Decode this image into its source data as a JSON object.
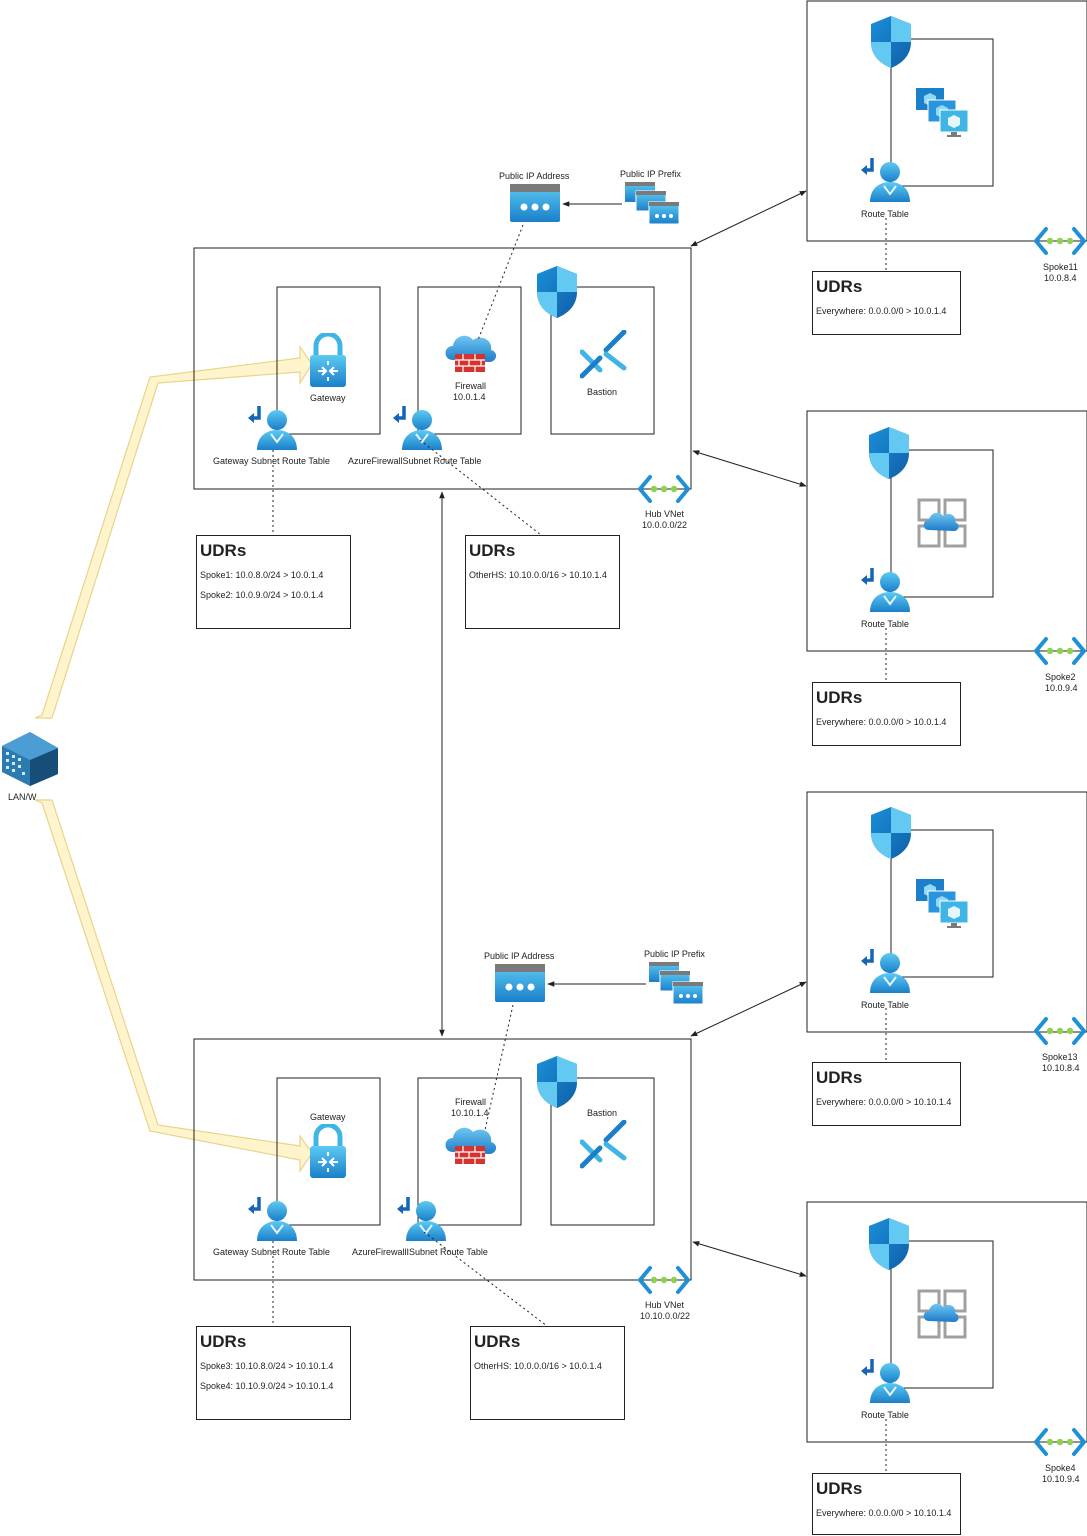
{
  "lan": {
    "label": "LAN/W"
  },
  "hubs": [
    {
      "id": "hub1",
      "vnet_label": "Hub VNet",
      "vnet_cidr": "10.0.0.0/22",
      "gateway_label": "Gateway",
      "firewall_label": "Firewall",
      "firewall_ip": "10.0.1.4",
      "bastion_label": "Bastion",
      "gw_rt_label": "Gateway Subnet Route Table",
      "fw_rt_label": "AzureFirewallSubnet Route Table",
      "pip_label": "Public IP Address",
      "prefix_label": "Public IP Prefix",
      "gw_udr": {
        "title": "UDRs",
        "rows": [
          "Spoke1: 10.0.8.0/24 > 10.0.1.4",
          "Spoke2: 10.0.9.0/24 > 10.0.1.4"
        ]
      },
      "fw_udr": {
        "title": "UDRs",
        "rows": [
          "OtherHS: 10.10.0.0/16 > 10.10.1.4"
        ]
      }
    },
    {
      "id": "hub2",
      "vnet_label": "Hub VNet",
      "vnet_cidr": "10.10.0.0/22",
      "gateway_label": "Gateway",
      "firewall_label": "Firewall",
      "firewall_ip": "10.10.1.4",
      "bastion_label": "Bastion",
      "gw_rt_label": "Gateway Subnet Route Table",
      "fw_rt_label": "AzureFirewallISubnet Route Table",
      "pip_label": "Public IP Address",
      "prefix_label": "Public IP Prefix",
      "gw_udr": {
        "title": "UDRs",
        "rows": [
          "Spoke3: 10.10.8.0/24 > 10.10.1.4",
          "Spoke4: 10.10.9.0/24 > 10.10.1.4"
        ]
      },
      "fw_udr": {
        "title": "UDRs",
        "rows": [
          "OtherHS: 10.0.0.0/16 > 10.0.1.4"
        ]
      }
    }
  ],
  "spokes": [
    {
      "id": "s11",
      "name": "Spoke11",
      "cidr": "10.0.8.4",
      "rt_label": "Route Table",
      "workload": "vm",
      "udr": {
        "title": "UDRs",
        "rows": [
          "Everywhere: 0.0.0.0/0 > 10.0.1.4"
        ]
      }
    },
    {
      "id": "s2",
      "name": "Spoke2",
      "cidr": "10.0.9.4",
      "rt_label": "Route Table",
      "workload": "app",
      "udr": {
        "title": "UDRs",
        "rows": [
          "Everywhere: 0.0.0.0/0 > 10.0.1.4"
        ]
      }
    },
    {
      "id": "s13",
      "name": "Spoke13",
      "cidr": "10.10.8.4",
      "rt_label": "Route Table",
      "workload": "vm",
      "udr": {
        "title": "UDRs",
        "rows": [
          "Everywhere: 0.0.0.0/0 > 10.10.1.4"
        ]
      }
    },
    {
      "id": "s4",
      "name": "Spoke4",
      "cidr": "10.10.9.4",
      "rt_label": "Route Table",
      "workload": "app",
      "udr": {
        "title": "UDRs",
        "rows": [
          "Everywhere: 0.0.0.0/0 > 10.10.1.4"
        ]
      }
    }
  ],
  "colors": {
    "line": "#222222",
    "azure_blue": "#1e90d8",
    "azure_light": "#50c3f0",
    "firewall_red": "#d4332f",
    "vnet_green": "#8fd14f",
    "lan_arrow_fill": "#fff4cc",
    "lan_arrow_stroke": "#e8d48a",
    "building": "#1f5f8b"
  }
}
